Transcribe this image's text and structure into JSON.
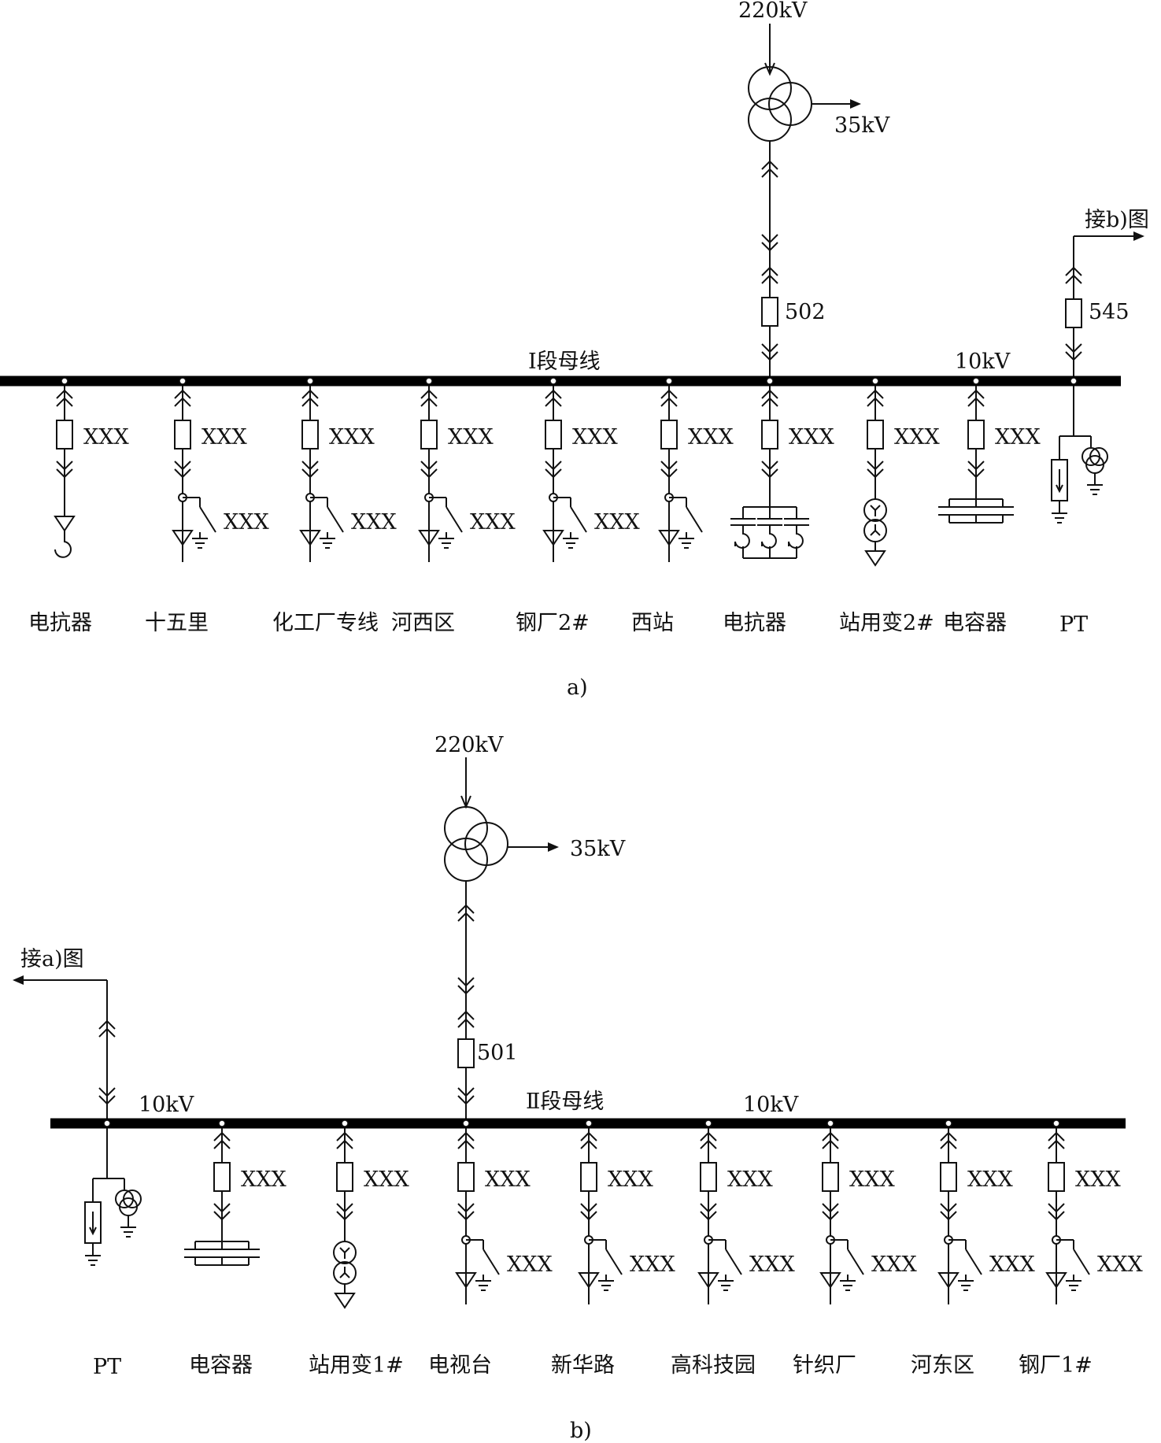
{
  "diagram_a": {
    "top_voltage": "220kV",
    "tertiary_voltage": "35kV",
    "connect_note": "接b)图",
    "incomer_breaker": "502",
    "tie_breaker": "545",
    "bus_name": "Ⅰ段母线",
    "bus_voltage": "10kV",
    "caption": "a)",
    "feeders": [
      {
        "breaker": "XXX",
        "switch": "",
        "name": "电抗器",
        "kind": "reactor"
      },
      {
        "breaker": "XXX",
        "switch": "XXX",
        "name": "十五里",
        "kind": "line"
      },
      {
        "breaker": "XXX",
        "switch": "XXX",
        "name": "化工厂专线",
        "kind": "line"
      },
      {
        "breaker": "XXX",
        "switch": "XXX",
        "name": "河西区",
        "kind": "line"
      },
      {
        "breaker": "XXX",
        "switch": "XXX",
        "name": "钢厂2#",
        "kind": "line"
      },
      {
        "breaker": "XXX",
        "switch": "",
        "name": "西站",
        "kind": "line"
      },
      {
        "breaker": "XXX",
        "switch": "",
        "name": "电抗器",
        "kind": "reactor3"
      },
      {
        "breaker": "XXX",
        "switch": "",
        "name": "站用变2#",
        "kind": "transformer"
      },
      {
        "breaker": "XXX",
        "switch": "",
        "name": "电容器",
        "kind": "capacitor"
      },
      {
        "breaker": "",
        "switch": "",
        "name": "PT",
        "kind": "pt"
      }
    ]
  },
  "diagram_b": {
    "top_voltage": "220kV",
    "tertiary_voltage": "35kV",
    "connect_note": "接a)图",
    "incomer_breaker": "501",
    "bus_name": "Ⅱ段母线",
    "bus_voltage_left": "10kV",
    "bus_voltage_right": "10kV",
    "caption": "b)",
    "feeders": [
      {
        "breaker": "",
        "switch": "",
        "name": "PT",
        "kind": "pt"
      },
      {
        "breaker": "XXX",
        "switch": "",
        "name": "电容器",
        "kind": "capacitor"
      },
      {
        "breaker": "XXX",
        "switch": "",
        "name": "站用变1#",
        "kind": "transformer"
      },
      {
        "breaker": "XXX",
        "switch": "XXX",
        "name": "电视台",
        "kind": "line"
      },
      {
        "breaker": "XXX",
        "switch": "XXX",
        "name": "新华路",
        "kind": "line"
      },
      {
        "breaker": "XXX",
        "switch": "XXX",
        "name": "高科技园",
        "kind": "line"
      },
      {
        "breaker": "XXX",
        "switch": "XXX",
        "name": "针织厂",
        "kind": "line"
      },
      {
        "breaker": "XXX",
        "switch": "XXX",
        "name": "河东区",
        "kind": "line"
      },
      {
        "breaker": "XXX",
        "switch": "XXX",
        "name": "钢厂1#",
        "kind": "line"
      }
    ]
  }
}
